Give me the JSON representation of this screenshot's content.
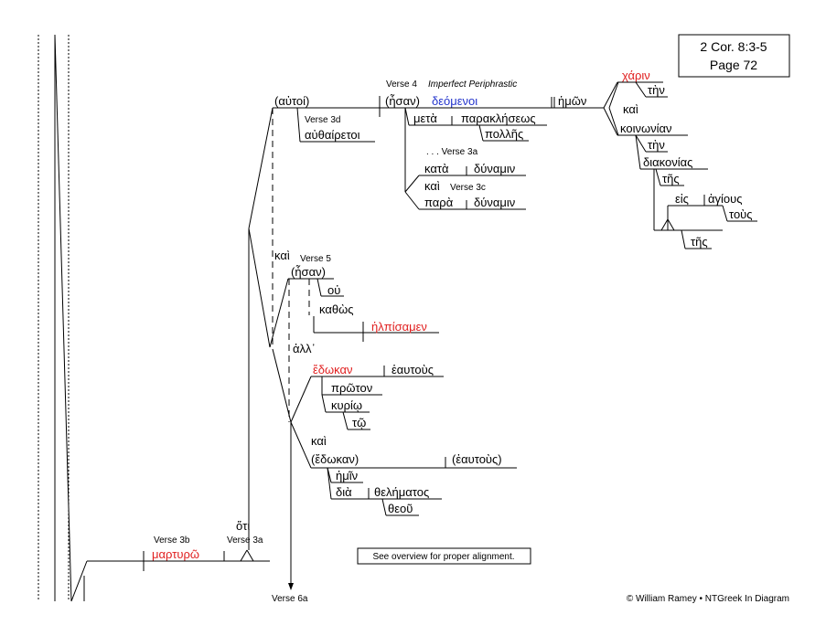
{
  "reference": {
    "line1": "2 Cor. 8:3-5",
    "line2": "Page 72"
  },
  "note": "See overview for proper alignment.",
  "copyright": "© William Ramey • NTGreek In Diagram",
  "labels": {
    "verse4": "Verse 4",
    "verse4_desc": "Imperfect Periphrastic",
    "verse3d": "Verse 3d",
    "verse3a_top": ". . . Verse 3a",
    "verse3c": "Verse 3c",
    "verse5": "Verse 5",
    "verse3b": "Verse 3b",
    "verse3a_bottom": "Verse 3a",
    "verse6a": "Verse 6a"
  },
  "words": {
    "autoi": "(αὐτοί)",
    "esan1": "(ἦσαν)",
    "deomenoi": "δεόμενοι",
    "hemon": "ἡμῶν",
    "charin": "χάριν",
    "ten1": "τὴν",
    "kai1": "καὶ",
    "koinonian": "κοινωνίαν",
    "ten2": "τὴν",
    "diakonias": "διακονίας",
    "tes1": "τῆς",
    "eis": "εἰς",
    "hagious": "ἁγίους",
    "tous": "τοὺς",
    "tes2": "τῆς",
    "meta": "μετὰ",
    "paraklesews": "παρακλήσεως",
    "polles": "πολλῆς",
    "authairetoi": "αὐθαίρετοι",
    "kata": "κατὰ",
    "dunamin1": "δύναμιν",
    "kai2": "καὶ",
    "para": "παρὰ",
    "dunamin2": "δύναμιν",
    "kai3": "καὶ",
    "esan2": "(ἦσαν)",
    "ou": "οὐ",
    "kathos": "καθὼς",
    "elpisamen": "ἠλπίσαμεν",
    "all": "ἀλλ᾽",
    "edokan": "ἔδωκαν",
    "heautous1": "ἑαυτοὺς",
    "proton": "πρῶτον",
    "kurio": "κυρίῳ",
    "to": "τῷ",
    "kai4": "καὶ",
    "edokan2": "(ἔδωκαν)",
    "heautous2": "(ἑαυτοὺς)",
    "hemin": "ἡμῖν",
    "dia": "διὰ",
    "thelematos": "θελήματος",
    "theou": "θεοῦ",
    "hoti": "ὅτι",
    "martyro": "μαρτυρῶ"
  },
  "colors": {
    "red": "#e02020",
    "blue": "#2233cc"
  }
}
